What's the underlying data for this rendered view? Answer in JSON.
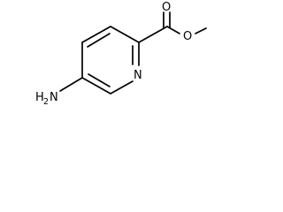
{
  "molecule": {
    "labels": {
      "ring_nitrogen": "N",
      "carbonyl_oxygen": "O",
      "ester_oxygen": "O",
      "amine_n": "N",
      "amine_h": "H",
      "amine_sub": "2"
    },
    "colors": {
      "bond": "#000000",
      "text": "#000000",
      "background": "#ffffff"
    }
  }
}
